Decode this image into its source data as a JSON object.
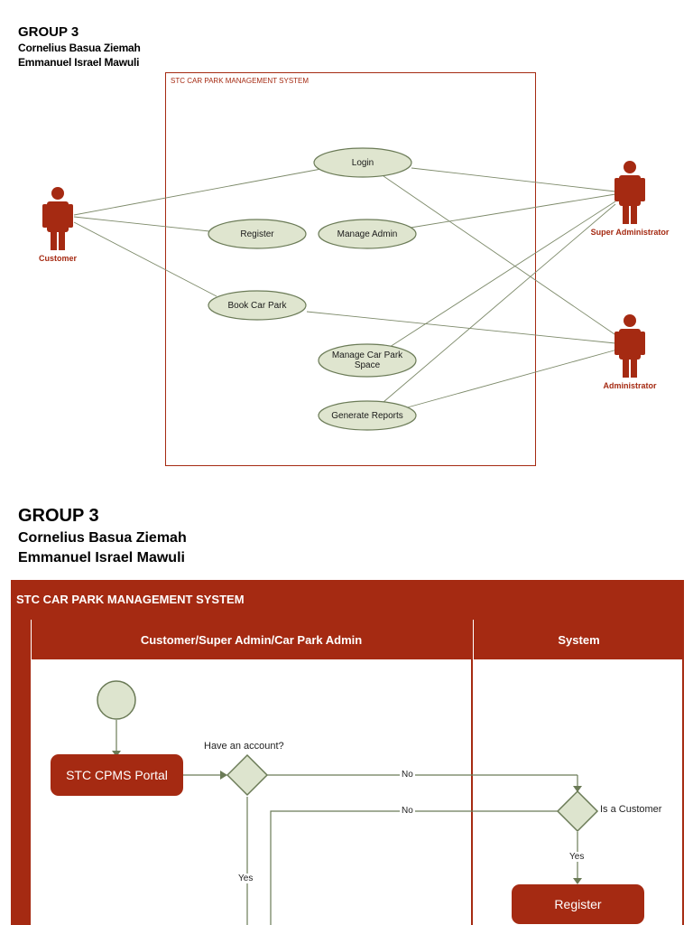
{
  "use_case_diagram": {
    "group_title": "GROUP 3",
    "members": [
      "Cornelius Basua Ziemah",
      "Emmanuel Israel Mawuli"
    ],
    "system_label": "STC CAR PARK MANAGEMENT SYSTEM",
    "actors": {
      "customer": "Customer",
      "super_admin": "Super Administrator",
      "admin": "Administrator"
    },
    "use_cases": {
      "login": "Login",
      "register": "Register",
      "manage_admin": "Manage Admin",
      "book_car_park": "Book Car Park",
      "manage_space": "Manage Car Park Space",
      "generate_reports": "Generate Reports"
    }
  },
  "activity_diagram": {
    "group_title": "GROUP 3",
    "members": [
      "Cornelius Basua Ziemah",
      "Emmanuel Israel Mawuli"
    ],
    "system_label": "STC CAR PARK MANAGEMENT SYSTEM",
    "lanes": [
      "Customer/Super Admin/Car Park Admin",
      "System"
    ],
    "portal": "STC CPMS Portal",
    "question_account": "Have an account?",
    "question_customer": "Is a Customer",
    "label_no": "No",
    "label_yes": "Yes",
    "register": "Register"
  },
  "colors": {
    "accent": "#a52a12",
    "use_case_fill": "#dfe5cf",
    "use_case_stroke": "#6b7b57",
    "line": "#7d8a6a",
    "node_fill": "#dde4ce"
  }
}
